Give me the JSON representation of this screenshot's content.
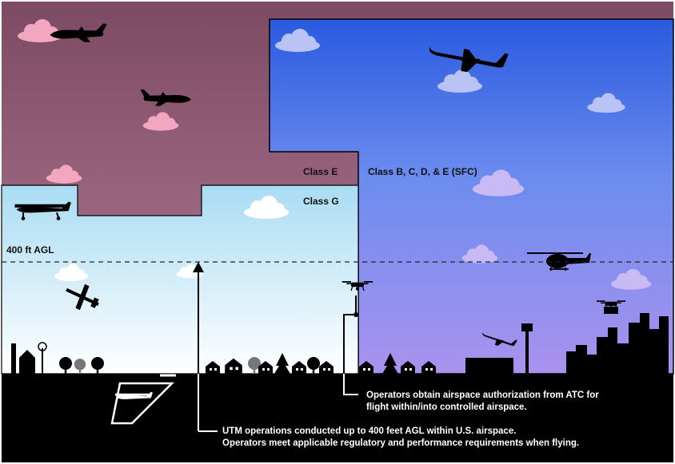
{
  "labels": {
    "class_e": "Class E",
    "class_bcde": "Class B, C, D, & E (SFC)",
    "class_g": "Class G",
    "agl_400": "400 ft AGL"
  },
  "notes": {
    "atc_line1": "Operators obtain airspace authorization from ATC for",
    "atc_line2": "flight within/into controlled airspace.",
    "utm_line1": "UTM operations conducted up to 400 feet AGL within U.S. airspace.",
    "utm_line2": "Operators meet applicable regulatory and performance requirements when flying."
  },
  "colors": {
    "class_e": "#8e5a78",
    "controlled": "#3d6fe6",
    "class_g": "#bfe6f6",
    "ground": "#000000"
  }
}
